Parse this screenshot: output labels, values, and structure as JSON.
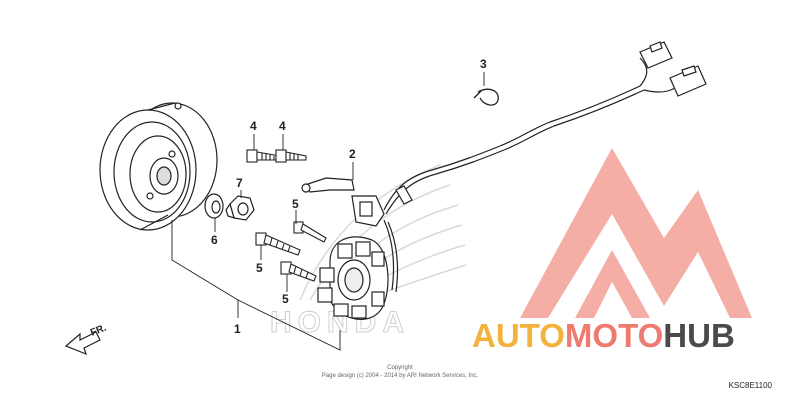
{
  "callouts": [
    "1",
    "2",
    "3",
    "4",
    "4",
    "5",
    "5",
    "5",
    "6",
    "7"
  ],
  "direction_label": "FR.",
  "copyright": {
    "line1": "Copyright",
    "line2": "Page design (c) 2004 - 2014 by ARI Network Services, Inc."
  },
  "diagram_code": "KSC8E1100",
  "watermark": {
    "part1": "AUTO",
    "part2": "MOTO",
    "part3": "HUB",
    "colors": {
      "auto": "#f2b33d",
      "moto": "#ef7b70",
      "hub": "#4a4a4a",
      "logo": "#f4a69d"
    }
  },
  "brand_watermark": "HONDA"
}
